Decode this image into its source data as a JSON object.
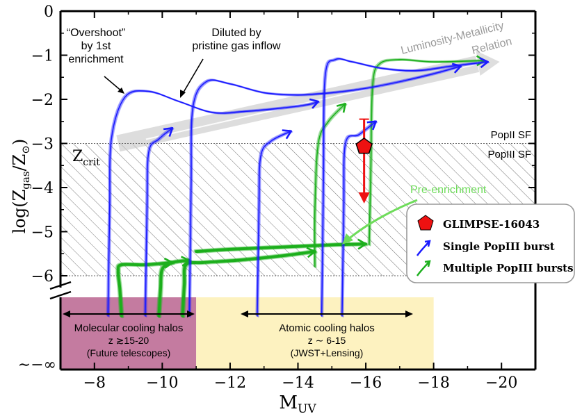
{
  "chart_data": {
    "type": "line",
    "xlabel": "M",
    "xlabel_sub": "UV",
    "ylabel_main": "log(Z",
    "ylabel_sub1": "gas",
    "ylabel_mid": "/Z",
    "ylabel_sub2": "⊙",
    "ylabel_end": ")",
    "xlim": [
      -7,
      -21
    ],
    "ylim": [
      0,
      -6.5
    ],
    "x_ticks": [
      -8,
      -10,
      -12,
      -14,
      -16,
      -18,
      -20
    ],
    "x_tick_labels": [
      "−8",
      "−10",
      "−12",
      "−14",
      "−16",
      "−18",
      "−20"
    ],
    "y_ticks": [
      0,
      -1,
      -2,
      -3,
      -4,
      -5,
      -6
    ],
    "y_tick_labels": [
      "0",
      "−1",
      "−2",
      "−3",
      "−4",
      "−5",
      "−6"
    ],
    "y_infinity_label": "∼−∞",
    "z_crit_value": -3,
    "z_crit_label": "Z",
    "z_crit_sub": "crit",
    "popII_label": "PopII SF",
    "popIII_label": "PopIII SF",
    "hatched_region": [
      -3,
      -6
    ],
    "luminosity_metallicity_relation": {
      "label_line1": "Luminosity-Metallicity",
      "label_line2": "Relation",
      "x": [
        -8.7,
        -19.7
      ],
      "y": [
        -3.0,
        -1.15
      ]
    },
    "single_popIII_tracks": [
      {
        "x": [
          -8.4,
          -8.45,
          -8.5,
          -8.9,
          -9.6,
          -10.5,
          -11.5,
          -12.5,
          -13.5,
          -14.3,
          -14.6
        ],
        "y": [
          -6.5,
          -4.5,
          -2.9,
          -1.95,
          -1.82,
          -2.05,
          -2.3,
          -2.27,
          -2.2,
          -2.12,
          -2.05
        ]
      },
      {
        "x": [
          -9.5,
          -9.55,
          -9.6,
          -9.9,
          -10.3
        ],
        "y": [
          -6.5,
          -4.5,
          -3.2,
          -2.9,
          -2.65
        ]
      },
      {
        "x": [
          -10.8,
          -10.85,
          -10.9,
          -11.3,
          -12.0,
          -13.0,
          -14.0,
          -15.0,
          -16.0,
          -17.0,
          -18.0,
          -18.8
        ],
        "y": [
          -6.5,
          -4.0,
          -2.2,
          -1.6,
          -1.65,
          -1.85,
          -1.9,
          -1.85,
          -1.75,
          -1.6,
          -1.42,
          -1.25
        ]
      },
      {
        "x": [
          -12.8,
          -12.85,
          -12.9,
          -13.2,
          -13.8
        ],
        "y": [
          -6.5,
          -4.5,
          -3.3,
          -2.95,
          -2.72
        ]
      },
      {
        "x": [
          -14.7,
          -14.75,
          -14.8,
          -15.1,
          -15.6,
          -16.5,
          -17.5,
          -18.5,
          -19.6
        ],
        "y": [
          -6.5,
          -4.0,
          -1.5,
          -1.1,
          -1.15,
          -1.3,
          -1.35,
          -1.25,
          -1.15
        ]
      },
      {
        "x": [
          -15.3,
          -15.35,
          -15.4,
          -15.8,
          -16.3
        ],
        "y": [
          -6.5,
          -4.5,
          -3.0,
          -2.8,
          -2.5
        ]
      }
    ],
    "multiple_popIII_tracks": [
      {
        "x": [
          -8.8,
          -8.75,
          -8.7,
          -8.8,
          -9.5,
          -10.3
        ],
        "y": [
          -6.5,
          -6.3,
          -5.9,
          -5.75,
          -5.75,
          -5.7
        ]
      },
      {
        "x": [
          -9.9,
          -9.95,
          -10.0,
          -10.3,
          -10.8
        ],
        "y": [
          -6.5,
          -6.3,
          -5.85,
          -5.7,
          -5.65
        ]
      },
      {
        "x": [
          -10.6,
          -10.65,
          -10.7,
          -11.2,
          -12.2,
          -13.5,
          -14.5
        ],
        "y": [
          -6.5,
          -6.2,
          -5.75,
          -5.7,
          -5.65,
          -5.55,
          -5.45
        ]
      },
      {
        "x": [
          -14.5,
          -14.5,
          -14.6,
          -14.9,
          -15.4
        ],
        "y": [
          -5.8,
          -4.5,
          -3.0,
          -2.5,
          -2.1
        ]
      },
      {
        "x": [
          -11.0,
          -12.0,
          -13.5,
          -15.0,
          -16.0
        ],
        "y": [
          -5.45,
          -5.4,
          -5.35,
          -5.3,
          -5.28
        ]
      },
      {
        "x": [
          -16.1,
          -16.15,
          -16.2,
          -16.4,
          -17.0,
          -18.0,
          -19.5
        ],
        "y": [
          -5.3,
          -3.5,
          -1.7,
          -1.2,
          -1.1,
          -1.15,
          -1.12
        ]
      }
    ],
    "glimpse_point": {
      "label": "GLIMPSE-16043",
      "x": -15.95,
      "y": -3.07,
      "y_err_top": -2.45,
      "y_arrow_end": -4.3
    },
    "legend": {
      "placement": "right",
      "entries": [
        {
          "label": "GLIMPSE-16043",
          "marker": "red-pentagon"
        },
        {
          "label": "Single PopIII burst",
          "marker": "blue-arrow"
        },
        {
          "label": "Multiple PopIII bursts",
          "marker": "green-arrow"
        }
      ]
    },
    "annotations": {
      "overshoot": [
        "“Overshoot”",
        "by 1st",
        "enrichment"
      ],
      "diluted": [
        "Diluted by",
        "pristine gas inflow"
      ],
      "pre_enrichment": "Pre-enrichment"
    },
    "regions": [
      {
        "lines": [
          "Molecular cooling halos",
          "z ≳15-20",
          "(Future telescopes)"
        ],
        "x": [
          -7,
          -11
        ],
        "color": "#c47ba0"
      },
      {
        "lines": [
          "Atomic cooling halos",
          "z ∼ 6-15",
          "(JWST+Lensing)"
        ],
        "x": [
          -11,
          -18
        ],
        "color": "#fdf2c0"
      }
    ],
    "colors": {
      "single": "#1a1aff",
      "multiple": "#1db01d",
      "glimpse": "#ee1111",
      "relation": "#c8c8c8",
      "pre_enrichment": "#6edc5a"
    }
  }
}
